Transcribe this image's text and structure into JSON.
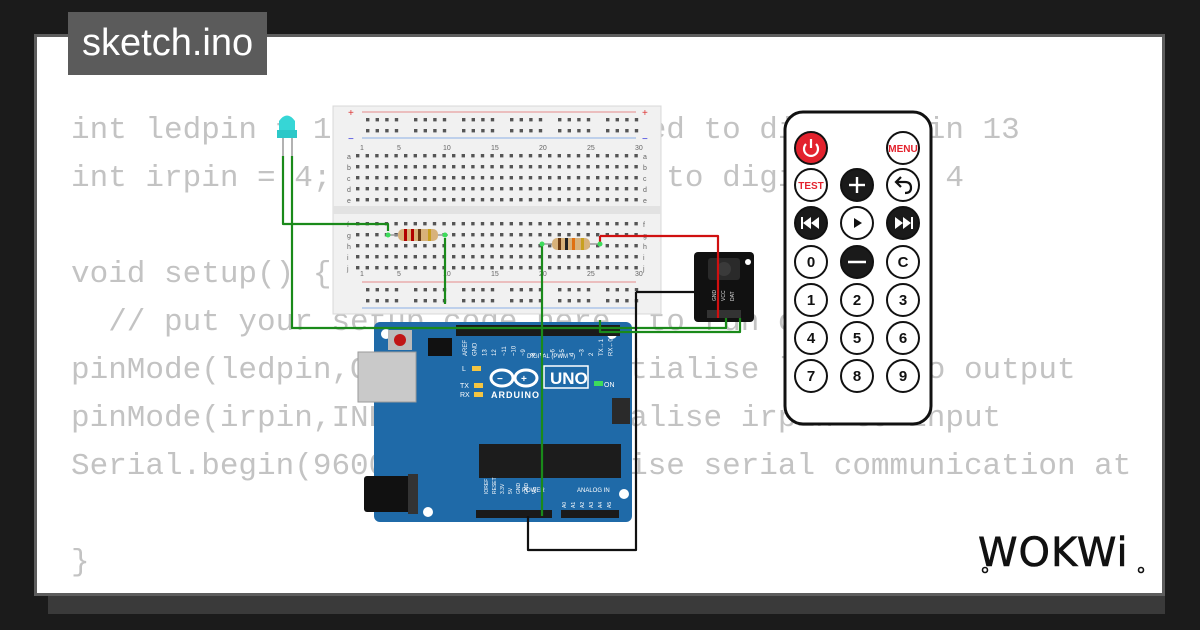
{
  "file_tab": {
    "title": "sketch.ino"
  },
  "code": {
    "lines": [
      "int ledpin = 13; // LED connected to digital pin 13",
      "int irpin = 4;  // IR connected to digital pin 4",
      "",
      "void setup() {",
      "  // put your setup code here, to run once:",
      "pinMode(ledpin,OUTPUT); // initialise ledpin to output",
      "pinMode(irpin,INPUT); // initialise irpin to input",
      "Serial.begin(9600); // initialise serial communication at",
      "",
      "}"
    ]
  },
  "breadboard": {
    "column_numbers": [
      "1",
      "5",
      "10",
      "15",
      "20",
      "25",
      "30"
    ],
    "row_letters_top": [
      "a",
      "b",
      "c",
      "d",
      "e"
    ],
    "row_letters_bottom": [
      "f",
      "g",
      "h",
      "i",
      "j"
    ],
    "plus": "+",
    "minus": "−"
  },
  "arduino": {
    "brand": "ARDUINO",
    "model": "UNO",
    "digital_label": "DIGITAL (PWM ~)",
    "power_label": "POWER",
    "analog_label": "ANALOG IN",
    "on_label": "ON",
    "tx_label": "TX",
    "rx_label": "RX",
    "l_label": "L",
    "top_pins": [
      "AREF",
      "GND",
      "13",
      "12",
      "~11",
      "~10",
      "~9",
      "8",
      "7",
      "~6",
      "~5",
      "4",
      "~3",
      "2",
      "TX→1",
      "RX←0"
    ],
    "power_pins": [
      "IOREF",
      "RESET",
      "3.3V",
      "5V",
      "GND",
      "GND",
      "Vin"
    ],
    "analog_pins": [
      "A0",
      "A1",
      "A2",
      "A3",
      "A4",
      "A5"
    ]
  },
  "ir_receiver": {
    "pin_labels": [
      "GND",
      "VCC",
      "DAT"
    ]
  },
  "remote": {
    "rows": [
      [
        {
          "label": "",
          "icon": "power-icon",
          "color": "#e3222d"
        },
        {
          "label": "",
          "icon": ""
        },
        {
          "label": "MENU",
          "icon": "",
          "color": "#e3222d"
        }
      ],
      [
        {
          "label": "TEST",
          "icon": "",
          "color": "#e3222d"
        },
        {
          "label": "",
          "icon": "plus-icon"
        },
        {
          "label": "",
          "icon": "back-icon"
        }
      ],
      [
        {
          "label": "",
          "icon": "previous-icon"
        },
        {
          "label": "",
          "icon": "play-icon"
        },
        {
          "label": "",
          "icon": "next-icon"
        }
      ],
      [
        {
          "label": "0",
          "icon": ""
        },
        {
          "label": "",
          "icon": "minus-icon"
        },
        {
          "label": "C",
          "icon": ""
        }
      ],
      [
        {
          "label": "1",
          "icon": ""
        },
        {
          "label": "2",
          "icon": ""
        },
        {
          "label": "3",
          "icon": ""
        }
      ],
      [
        {
          "label": "4",
          "icon": ""
        },
        {
          "label": "5",
          "icon": ""
        },
        {
          "label": "6",
          "icon": ""
        }
      ],
      [
        {
          "label": "7",
          "icon": ""
        },
        {
          "label": "8",
          "icon": ""
        },
        {
          "label": "9",
          "icon": ""
        }
      ]
    ]
  },
  "logo": {
    "text": "WOKWi",
    "icon": "wokwi-logo-icon"
  },
  "colors": {
    "board_blue": "#1f6aa8",
    "wire_green": "#1a8a1a",
    "wire_red": "#d01010",
    "wire_black": "#111111",
    "led": "#36d6d6",
    "remote_red": "#e3222d"
  }
}
